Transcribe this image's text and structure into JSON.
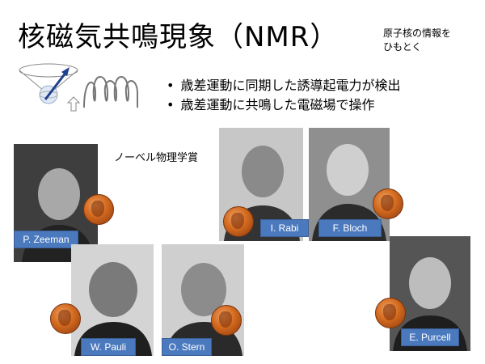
{
  "title": "核磁気共鳴現象（NMR）",
  "subtitle": "原子核の情報を\nひもとく",
  "bullets": [
    "歳差運動に同期した誘導起電力が検出",
    "歳差運動に共鳴した電磁場で操作"
  ],
  "nobel_label": "ノーベル物理学賞",
  "laureates": [
    {
      "name": "P. Zeeman"
    },
    {
      "name": "I. Rabi"
    },
    {
      "name": "F. Bloch"
    },
    {
      "name": "W. Pauli"
    },
    {
      "name": "O. Stern"
    },
    {
      "name": "E. Purcell"
    }
  ],
  "colors": {
    "tag_bg": "#4b79be",
    "arrow": "#1f3f8f"
  }
}
